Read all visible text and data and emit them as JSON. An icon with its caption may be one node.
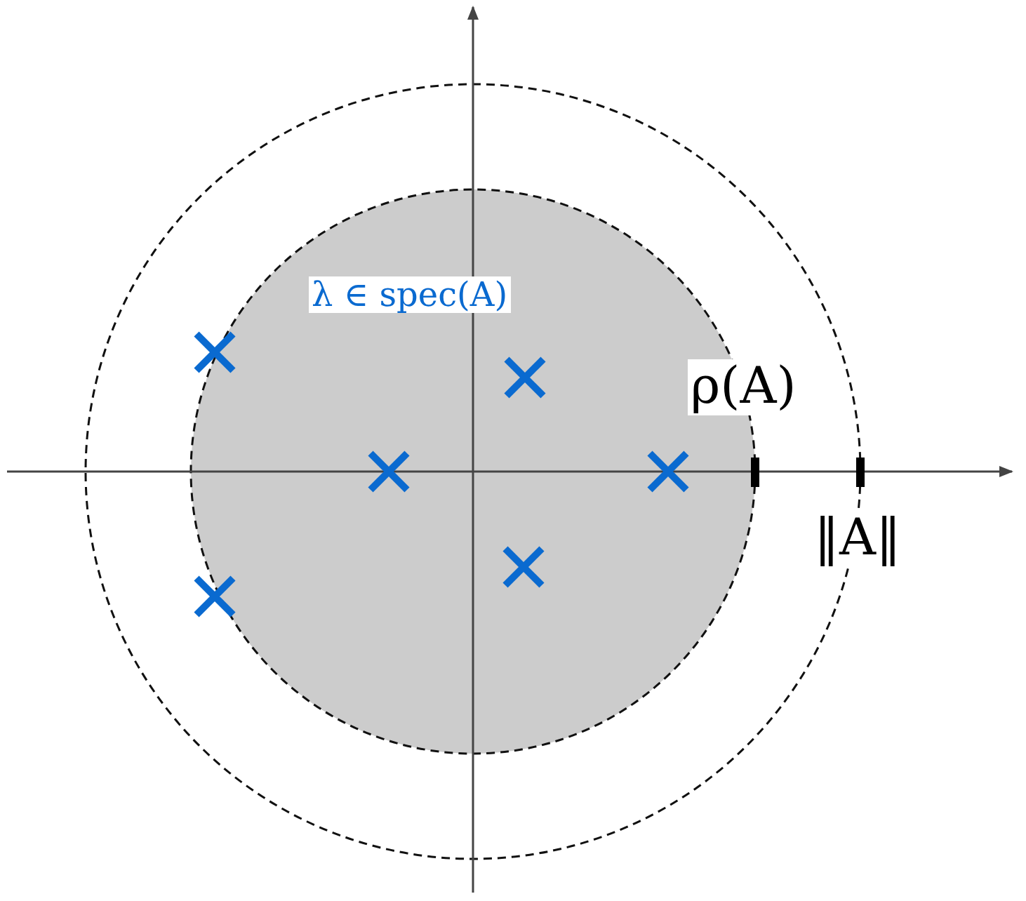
{
  "diagram": {
    "labels": [
      "λ ∈ spec(A)",
      "ρ(A)",
      "‖A‖"
    ]
  }
}
